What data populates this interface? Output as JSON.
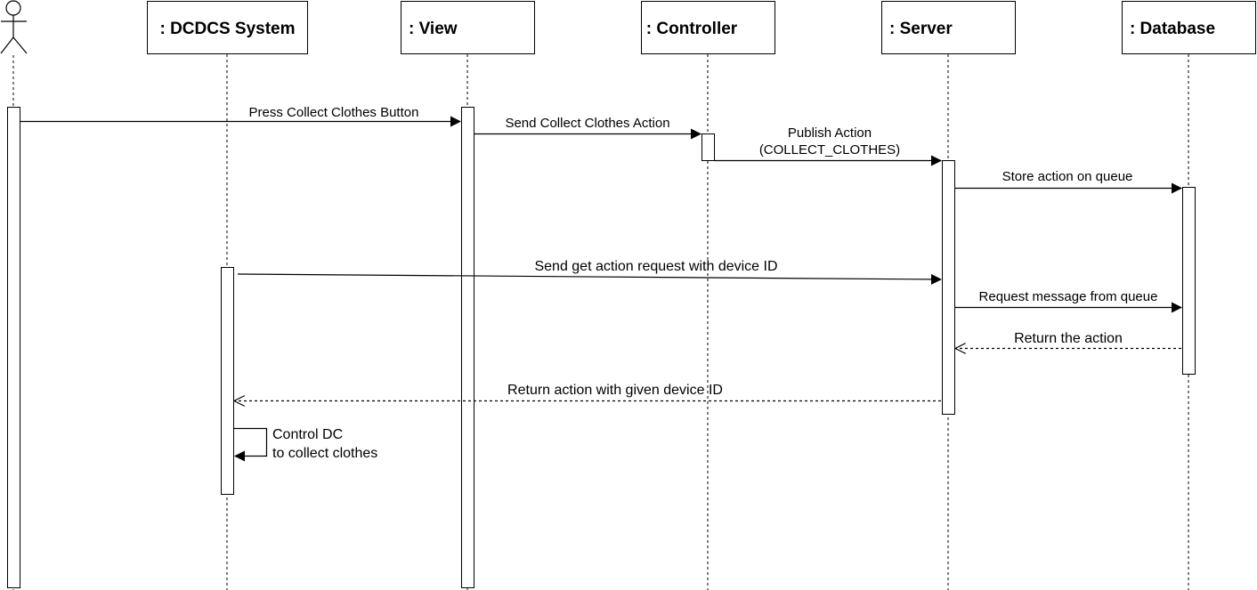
{
  "participants": {
    "actor": "",
    "dcdcs_system": ": DCDCS System",
    "view": ": View",
    "controller": ": Controller",
    "server": ": Server",
    "database": ": Database"
  },
  "messages": {
    "press_collect": "Press Collect Clothes Button",
    "send_collect_action": "Send Collect Clothes Action",
    "publish_action_line1": "Publish Action",
    "publish_action_line2": "(COLLECT_CLOTHES)",
    "store_action": "Store action on queue",
    "send_get_action": "Send get action request with device ID",
    "request_message": "Request message from queue",
    "return_the_action": "Return the action",
    "return_action_device": "Return action with given device ID",
    "control_dc_line1": "Control DC",
    "control_dc_line2": "to collect clothes"
  }
}
